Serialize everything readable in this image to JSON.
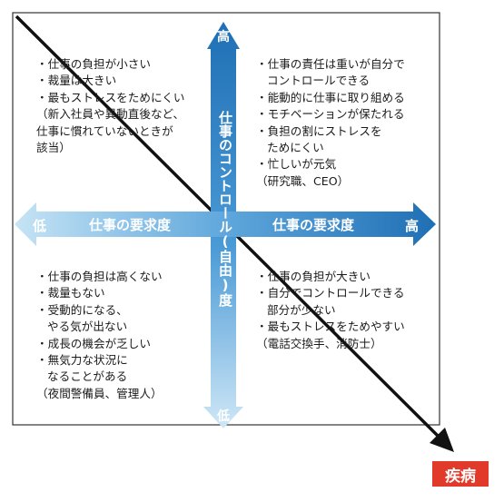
{
  "axes": {
    "vertical_high": "高",
    "vertical_low": "低",
    "vertical_label": "仕事のコントロール(自由)度",
    "horizontal_low": "低",
    "horizontal_high": "高",
    "horizontal_label_left": "仕事の要求度",
    "horizontal_label_right": "仕事の要求度"
  },
  "quadrants": {
    "top_left": {
      "items": [
        "・仕事の負担が小さい",
        "・裁量は大きい",
        "・最もストレスをためにくい"
      ],
      "note": [
        "（新入社員や異動直後など、",
        "仕事に慣れていないときが",
        "該当）"
      ]
    },
    "top_right": {
      "items": [
        "・仕事の責任は重いが自分で",
        "コントロールできる",
        "・能動的に仕事に取り組める",
        "・モチベーションが保たれる",
        "・負担の割にストレスを",
        "ためにくい",
        "・忙しいが元気"
      ],
      "note": [
        "（研究職、CEO）"
      ]
    },
    "bottom_left": {
      "items": [
        "・仕事の負担は高くない",
        "・裁量もない",
        "・受動的になる、",
        "やる気が出ない",
        "・成長の機会が乏しい",
        "・無気力な状況に",
        "なることがある"
      ],
      "note": [
        "（夜間警備員、管理人）"
      ]
    },
    "bottom_right": {
      "items": [
        "・仕事の負担が大きい",
        "・自分でコントロールできる",
        "部分が少ない",
        "・最もストレスをためやすい"
      ],
      "note": [
        "（電話交換手、消防士）"
      ]
    }
  },
  "outcome": "疾病",
  "colors": {
    "axis_dark": "#1f6fb5",
    "axis_light": "#bfe0f4",
    "disease_box": "#e23a2a",
    "frame": "#333333"
  }
}
